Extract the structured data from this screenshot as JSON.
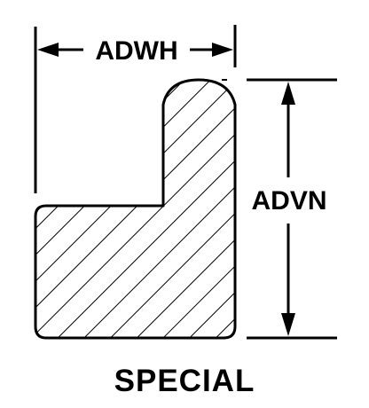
{
  "dimensions": {
    "width_label": "ADWH",
    "height_label": "ADVN"
  },
  "caption": "SPECIAL",
  "colors": {
    "stroke": "#000000",
    "background": "#ffffff"
  }
}
